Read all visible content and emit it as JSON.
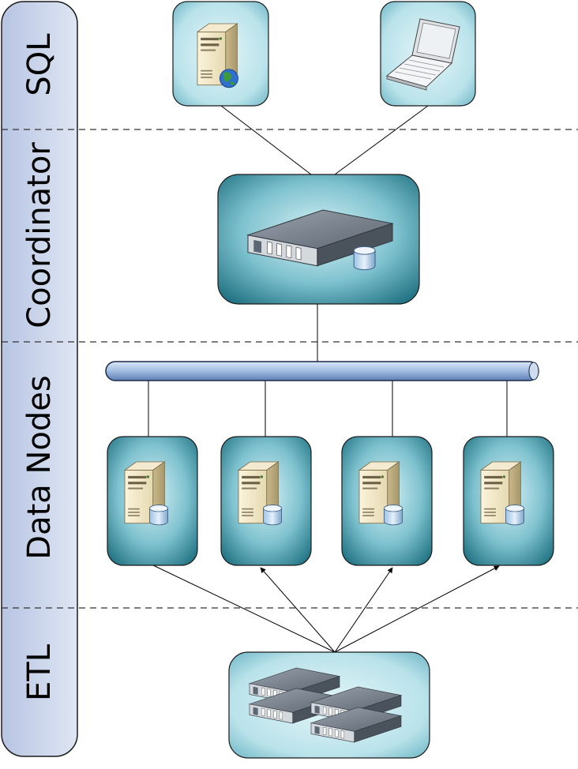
{
  "lanes": {
    "sql": "SQL",
    "coordinator": "Coordinator",
    "data_nodes": "Data Nodes",
    "etl": "ETL"
  },
  "colors": {
    "lane_fill": "#c9d4ea",
    "lane_stroke": "#1a1a1a",
    "node_fill_light": "#c6e9ef",
    "node_fill_dark": "#1f7a8c",
    "bus_fill": "#a9c2e6",
    "bus_stroke": "#1a2a4a",
    "divider": "#333333"
  },
  "icons": {
    "web_server": "web-server-icon",
    "laptop": "laptop-icon",
    "rack_server": "rack-server-icon",
    "database_server": "database-server-icon",
    "server_cluster": "server-cluster-icon"
  }
}
